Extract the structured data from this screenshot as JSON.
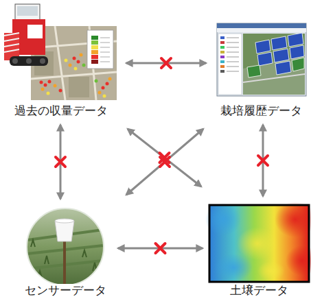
{
  "diagram": {
    "nodes": [
      {
        "text": [
          "過去の収量データ"
        ]
      },
      {
        "text": [
          "栽培履歴データ"
        ]
      },
      {
        "text": [
          "センサーデータ"
        ]
      },
      {
        "text": [
          "土壌データ"
        ]
      }
    ],
    "edges": [
      {
        "from": 0,
        "to": 1,
        "arrow": "both"
      },
      {
        "from": 0,
        "to": 2,
        "arrow": "both"
      },
      {
        "from": 1,
        "to": 3,
        "arrow": "both"
      },
      {
        "from": 2,
        "to": 3,
        "arrow": "both"
      },
      {
        "from": 0,
        "to": 3,
        "arrow": "both"
      },
      {
        "from": 1,
        "to": 2,
        "arrow": "both"
      }
    ]
  }
}
